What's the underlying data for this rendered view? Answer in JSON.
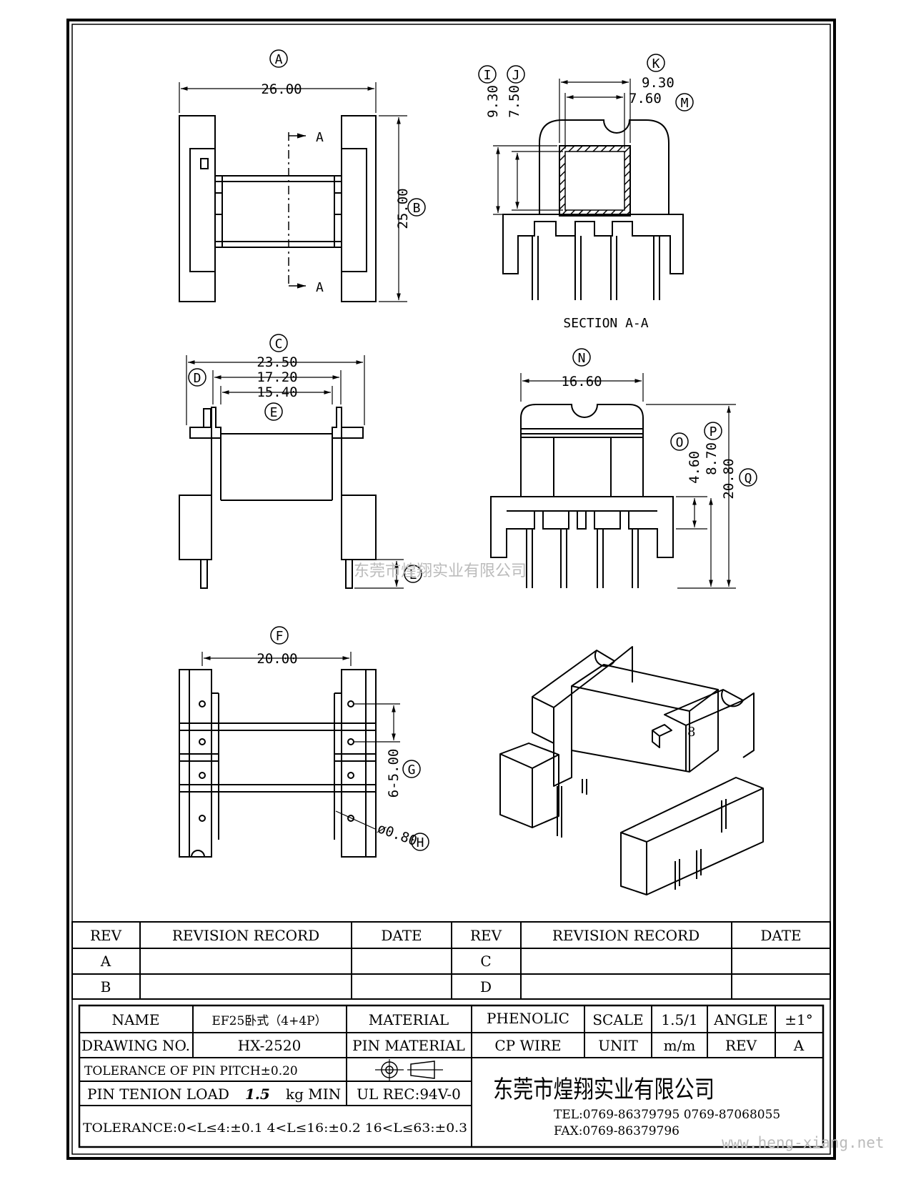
{
  "views": {
    "top": {
      "callouts": [
        "A",
        "B"
      ],
      "dims": [
        "26.00",
        "25.00"
      ],
      "section_marks": [
        "A",
        "A"
      ]
    },
    "section": {
      "callouts": [
        "I",
        "J",
        "K",
        "M"
      ],
      "dims": [
        "9.30",
        "7.50",
        "9.30",
        "7.60"
      ],
      "caption": "SECTION A-A"
    },
    "front": {
      "callouts": [
        "C",
        "D",
        "E",
        "L"
      ],
      "dims": [
        "23.50",
        "17.20",
        "15.40"
      ]
    },
    "side": {
      "callouts": [
        "N",
        "O",
        "P",
        "Q"
      ],
      "dims": [
        "16.60",
        "4.60",
        "8.70",
        "20.80"
      ]
    },
    "bottom": {
      "callouts": [
        "F",
        "G",
        "H"
      ],
      "dims": [
        "20.00",
        "6-5.00",
        "ø0.80"
      ]
    },
    "iso": {
      "mark": "8"
    }
  },
  "watermark": "东莞市煌翔实业有限公司",
  "revision_table": {
    "headers": [
      "REV",
      "REVISION RECORD",
      "DATE",
      "REV",
      "REVISION RECORD",
      "DATE"
    ],
    "rows": [
      [
        "A",
        "",
        "",
        "C",
        "",
        ""
      ],
      [
        "B",
        "",
        "",
        "D",
        "",
        ""
      ]
    ]
  },
  "title_block": {
    "name_label": "NAME",
    "name_value": "EF25卧式（4+4P）",
    "material_label": "MATERIAL",
    "material_value": "PHENOLIC",
    "scale_label": "SCALE",
    "scale_value": "1.5/1",
    "angle_label": "ANGLE",
    "angle_value": "±1°",
    "drawing_no_label": "DRAWING NO.",
    "drawing_no_value": "HX-2520",
    "pin_material_label": "PIN MATERIAL",
    "pin_material_value": "CP WIRE",
    "unit_label": "UNIT",
    "unit_value": "m/m",
    "rev_label": "REV",
    "rev_value": "A",
    "tolerance_pitch": "TOLERANCE OF PIN PITCH±0.20",
    "pin_tension_label": "PIN TENION LOAD",
    "pin_tension_value": "1.5",
    "pin_tension_unit": "kg MIN",
    "ul": "UL REC:94V-0",
    "tolerance_ranges": "TOLERANCE:0<L≤4:±0.1  4<L≤16:±0.2  16<L≤63:±0.3",
    "company": "东莞市煌翔实业有限公司",
    "tel": "TEL:0769-86379795    0769-87068055",
    "fax": "FAX:0769-86379796",
    "website": "www.heng-xiang.net"
  }
}
